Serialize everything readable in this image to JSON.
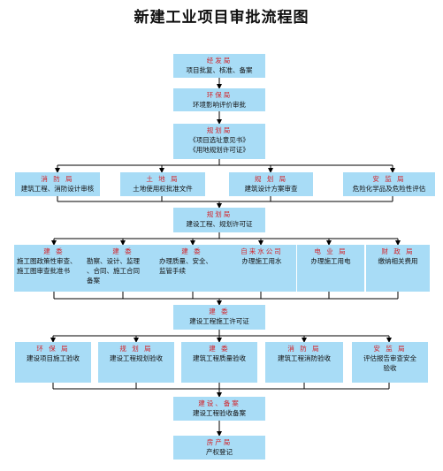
{
  "title": "新建工业项目审批流程图",
  "boxes": {
    "b1": {
      "head": "经发局",
      "lines": [
        "项目批复、核准、备案"
      ]
    },
    "b2": {
      "head": "环保局",
      "lines": [
        "环境影响评价审批"
      ]
    },
    "b3": {
      "head": "规划局",
      "lines": [
        "《项目选址意见书》",
        "《用地规划许可证》"
      ]
    },
    "r1": [
      {
        "head": "消 防 局",
        "lines": [
          "建筑工程、消防设计审核"
        ]
      },
      {
        "head": "土 地 局",
        "lines": [
          "土地使用权批准文件"
        ]
      },
      {
        "head": "规 划 局",
        "lines": [
          "建筑设计方案审查"
        ]
      },
      {
        "head": "安 监 局",
        "lines": [
          "危险化学品及危险性评估"
        ]
      }
    ],
    "b4": {
      "head": "规划局",
      "lines": [
        "建设工程、规划许可证"
      ]
    },
    "r2": [
      {
        "head": "建  委",
        "lines": [
          "施工图政策性审查、",
          "施工图审查批准书"
        ]
      },
      {
        "head": "建  委",
        "lines": [
          "勘察、设计、监理",
          "、合同、施工合同",
          "备案"
        ]
      },
      {
        "head": "建  委",
        "lines": [
          "办理质量、安全、",
          "监管手续"
        ]
      },
      {
        "head": "自来水公司",
        "lines": [
          "办理施工用水"
        ]
      },
      {
        "head": "电 业 局",
        "lines": [
          "办理施工用电"
        ]
      },
      {
        "head": "财 政 局",
        "lines": [
          "缴纳相关费用"
        ]
      }
    ],
    "b5": {
      "head": "建  委",
      "lines": [
        "建设工程施工许可证"
      ]
    },
    "r3": [
      {
        "head": "环 保 局",
        "lines": [
          "建设项目施工验收"
        ]
      },
      {
        "head": "规 划 局",
        "lines": [
          "建设工程规划验收"
        ]
      },
      {
        "head": "建  委",
        "lines": [
          "建筑工程质量验收"
        ]
      },
      {
        "head": "消 防 局",
        "lines": [
          "建筑工程消防验收"
        ]
      },
      {
        "head": "安 监 局",
        "lines": [
          "评估报告审查安全",
          "验收"
        ]
      }
    ],
    "b6": {
      "head": "建设、备案",
      "lines": [
        "建设工程验收备案"
      ]
    },
    "b7": {
      "head": "房产局",
      "lines": [
        "产权登记"
      ]
    }
  },
  "colors": {
    "box": "#a8dcf6",
    "head": "#d2232a",
    "line": "#000000"
  }
}
